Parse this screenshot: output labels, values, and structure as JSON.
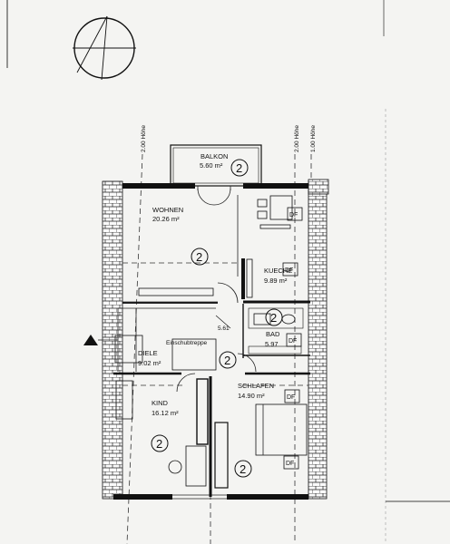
{
  "rooms": [
    {
      "id": "balkon",
      "name": "BALKON",
      "area": "5.60 m²",
      "zone": "2"
    },
    {
      "id": "wohnen",
      "name": "WOHNEN",
      "area": "20.26 m²",
      "zone": "2"
    },
    {
      "id": "kueche",
      "name": "KUECHE",
      "area": "9.89 m²",
      "zone": "2"
    },
    {
      "id": "bad",
      "name": "BAD",
      "area": "5.97",
      "zone": "2"
    },
    {
      "id": "diele",
      "name": "DIELE",
      "area": "9.02 m²",
      "zone": "2"
    },
    {
      "id": "kind",
      "name": "KIND",
      "area": "16.12 m²",
      "zone": "2"
    },
    {
      "id": "schlafen",
      "name": "SCHLAFEN",
      "area": "14.90 m²",
      "zone": "2"
    }
  ],
  "labels": {
    "height_left": "2.00 Höhe",
    "height_mid": "2.00 Höhe",
    "height_right": "1.00 Höhe",
    "stair": "Einschubtreppe",
    "stair_height": "5.61",
    "window_tag": "DF"
  }
}
